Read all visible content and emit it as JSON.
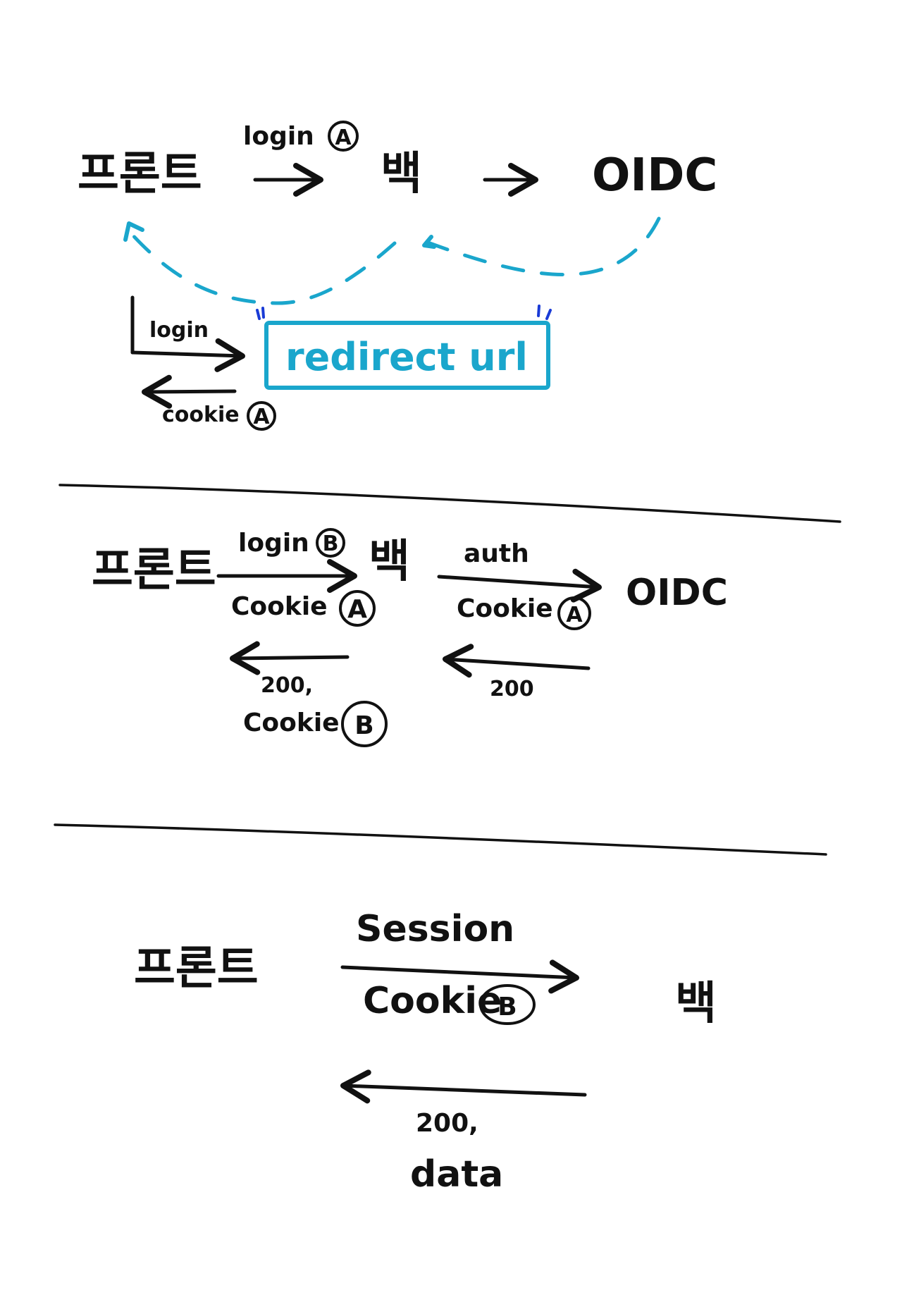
{
  "section1": {
    "front": "프론트",
    "back": "백",
    "oidc": "OIDC",
    "login_a": "login",
    "login_a_badge": "A",
    "login": "login",
    "cookie": "cookie",
    "cookie_badge": "A",
    "redirect": "redirect url"
  },
  "section2": {
    "front": "프론트",
    "back": "백",
    "oidc": "OIDC",
    "login_b": "login",
    "login_b_badge": "B",
    "cookie_a": "Cookie",
    "cookie_a_badge": "A",
    "auth": "auth",
    "cookie_a2": "Cookie",
    "cookie_a2_badge": "A",
    "resp_left": "200,",
    "cookie_b": "Cookie",
    "cookie_b_badge": "B",
    "resp_right": "200"
  },
  "section3": {
    "front": "프론트",
    "back": "백",
    "session": "Session",
    "cookie_b": "Cookie",
    "cookie_b_badge": "B",
    "resp": "200,",
    "data": "data"
  },
  "colors": {
    "ink": "#111111",
    "accent": "#1aa6cc",
    "tick": "#1a3bd6"
  }
}
